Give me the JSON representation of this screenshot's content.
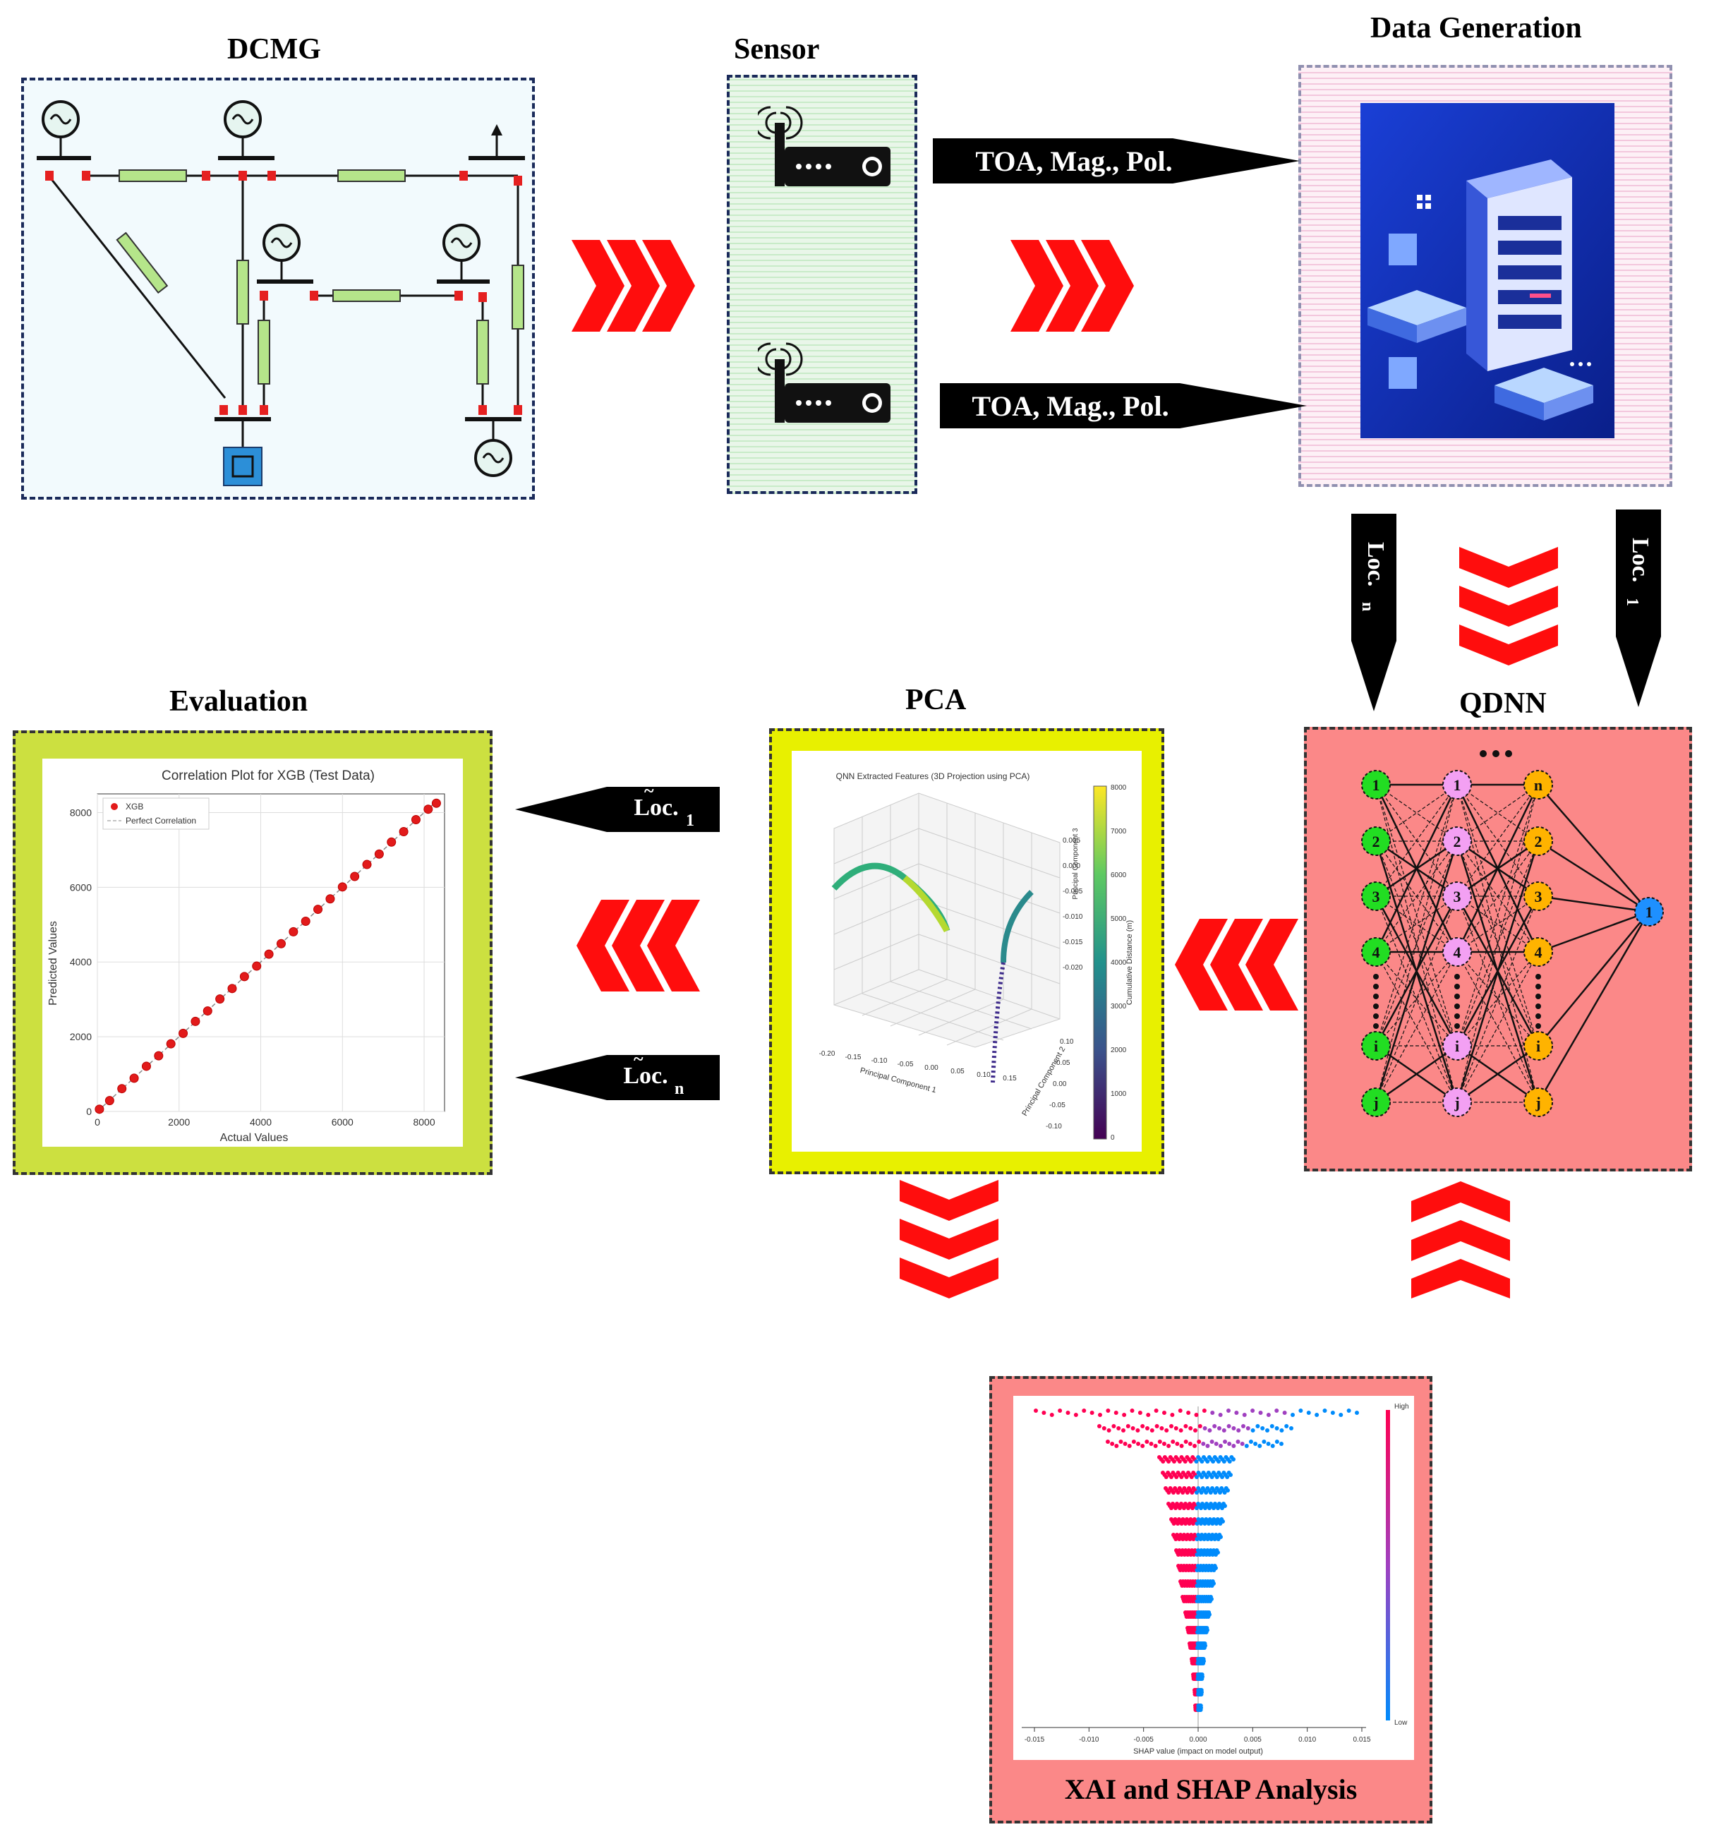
{
  "titles": {
    "dcmg": "DCMG",
    "sensor": "Sensor",
    "data_generation": "Data Generation",
    "evaluation": "Evaluation",
    "pca": "PCA",
    "qdnn": "QDNN",
    "xai": "XAI and SHAP Analysis"
  },
  "arrows": {
    "sensor_to_data_top": "TOA, Mag., Pol.",
    "sensor_to_data_bottom": "TOA, Mag., Pol.",
    "loc_n": "Loc.",
    "loc_n_sub": "n",
    "loc_1": "Loc.",
    "loc_1_sub": "1",
    "loc_tilde_1": "Loc.",
    "loc_tilde_1_sub": "1",
    "loc_tilde_n": "Loc.",
    "loc_tilde_n_sub": "n"
  },
  "qdnn": {
    "input_nodes": [
      "1",
      "2",
      "3",
      "4",
      "i",
      "j"
    ],
    "hidden1_nodes": [
      "1",
      "2",
      "3",
      "4",
      "i",
      "j"
    ],
    "hidden2_nodes": [
      "n",
      "2",
      "3",
      "4",
      "i",
      "j"
    ],
    "output_nodes": [
      "1"
    ],
    "colors": {
      "input": "#22dd22",
      "hidden1": "#f3a0f3",
      "hidden2": "#ffb300",
      "output": "#1e90ff",
      "panel": "#fb8888"
    }
  },
  "evaluation_chart": {
    "chart_data": {
      "type": "scatter",
      "title": "Correlation Plot for XGB (Test Data)",
      "xlabel": "Actual Values",
      "ylabel": "Predicted Values",
      "xlim": [
        0,
        8500
      ],
      "ylim": [
        0,
        8500
      ],
      "xticks": [
        "0",
        "2000",
        "4000",
        "6000",
        "8000"
      ],
      "yticks": [
        "0",
        "2000",
        "4000",
        "6000",
        "8000"
      ],
      "legend": [
        "XGB",
        "Perfect Correlation"
      ],
      "legend_placement": "top-left",
      "grid": true,
      "series": [
        {
          "name": "XGB",
          "x": [
            50,
            300,
            600,
            900,
            1200,
            1500,
            1800,
            2100,
            2400,
            2700,
            3000,
            3300,
            3600,
            3900,
            4200,
            4500,
            4800,
            5100,
            5400,
            5700,
            6000,
            6300,
            6600,
            6900,
            7200,
            7500,
            7800,
            8100,
            8300
          ],
          "y": [
            60,
            290,
            610,
            890,
            1210,
            1490,
            1810,
            2090,
            2410,
            2690,
            3010,
            3290,
            3610,
            3890,
            4210,
            4490,
            4810,
            5090,
            5410,
            5690,
            6010,
            6290,
            6610,
            6890,
            7210,
            7490,
            7810,
            8090,
            8250
          ]
        }
      ]
    }
  },
  "pca_chart": {
    "chart_data": {
      "type": "scatter",
      "title": "QNN Extracted Features (3D Projection using PCA)",
      "xlabel": "Principal Component 1",
      "ylabel": "Principal Component 2",
      "zlabel": "Principal Component 3",
      "xticks": [
        "-0.20",
        "-0.15",
        "-0.10",
        "-0.05",
        "0.00",
        "0.05",
        "0.10",
        "0.15"
      ],
      "yticks": [
        "-0.10",
        "-0.05",
        "0.00",
        "0.05",
        "0.10"
      ],
      "zticks": [
        "0.005",
        "0.000",
        "-0.005",
        "-0.010",
        "-0.015",
        "-0.020"
      ],
      "colorbar_label": "Cumulative Distance (m)",
      "colorbar_ticks": [
        "0",
        "1000",
        "2000",
        "3000",
        "4000",
        "5000",
        "6000",
        "7000",
        "8000"
      ]
    }
  },
  "shap_chart": {
    "chart_data": {
      "type": "scatter",
      "xlabel": "SHAP value (impact on model output)",
      "xticks": [
        "-0.015",
        "-0.010",
        "-0.005",
        "0.000",
        "0.005",
        "0.010",
        "0.015"
      ],
      "colorbar_high": "High",
      "colorbar_low": "Low"
    }
  }
}
